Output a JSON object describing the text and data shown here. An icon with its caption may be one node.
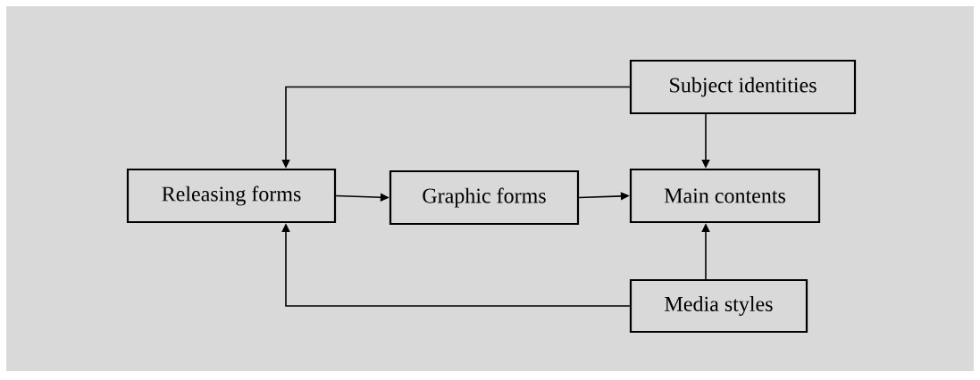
{
  "diagram": {
    "nodes": [
      {
        "text": [
          "Releasing forms"
        ]
      },
      {
        "text": [
          "Graphic forms"
        ]
      },
      {
        "text": [
          "Main contents"
        ]
      },
      {
        "text": [
          "Subject identities"
        ]
      },
      {
        "text": [
          "Media styles"
        ]
      }
    ],
    "edges": [
      {
        "from": 0,
        "to": 1,
        "arrow": "to"
      },
      {
        "from": 1,
        "to": 2,
        "arrow": "to"
      },
      {
        "from": 3,
        "to": 2,
        "arrow": "to"
      },
      {
        "from": 4,
        "to": 2,
        "arrow": "to"
      },
      {
        "from": 3,
        "to": 0,
        "arrow": "to"
      },
      {
        "from": 4,
        "to": 0,
        "arrow": "to"
      }
    ]
  }
}
